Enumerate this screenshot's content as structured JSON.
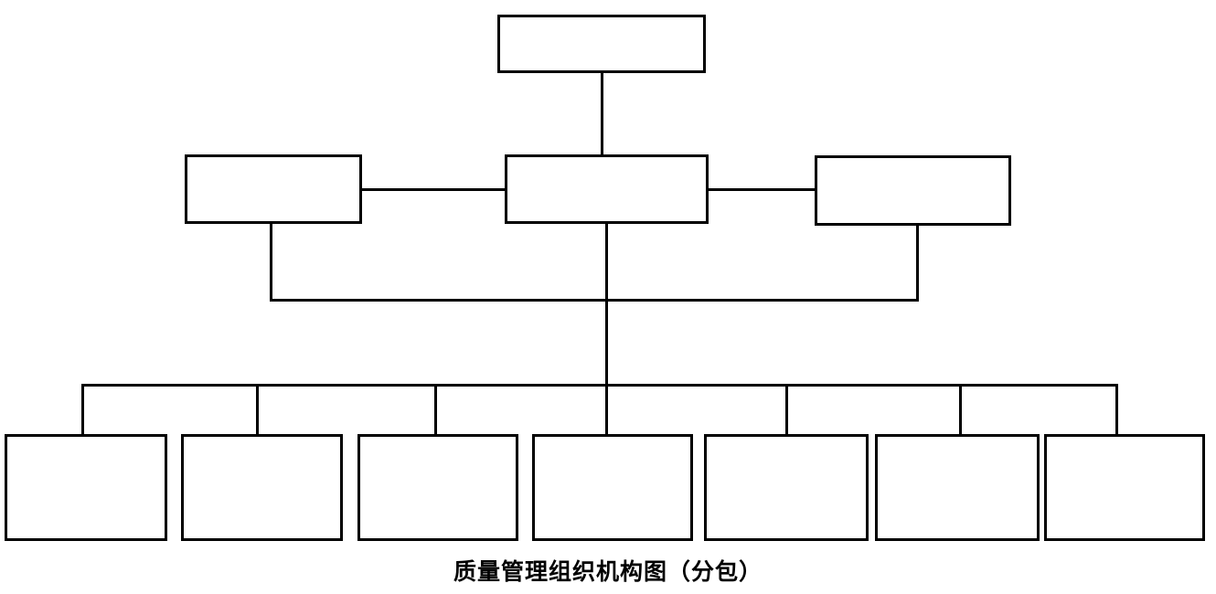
{
  "diagram": {
    "type": "org-chart",
    "caption": "质量管理组织机构图（分包）",
    "colors": {
      "line": "#000000",
      "background": "#ffffff"
    },
    "nodes": {
      "top": {
        "label": ""
      },
      "level2": {
        "left": {
          "label": ""
        },
        "center": {
          "label": ""
        },
        "right": {
          "label": ""
        }
      },
      "level3": [
        {
          "label": ""
        },
        {
          "label": ""
        },
        {
          "label": ""
        },
        {
          "label": ""
        },
        {
          "label": ""
        },
        {
          "label": ""
        },
        {
          "label": ""
        }
      ]
    },
    "structure_notes": {
      "top_to_center": "vertical connector",
      "level2_links": "horizontal connectors left-center and center-right",
      "outer_bus": "left and right level2 boxes joined by lower horizontal bus",
      "distribution": "center line feeds wide bus over 7 subordinate boxes"
    }
  }
}
